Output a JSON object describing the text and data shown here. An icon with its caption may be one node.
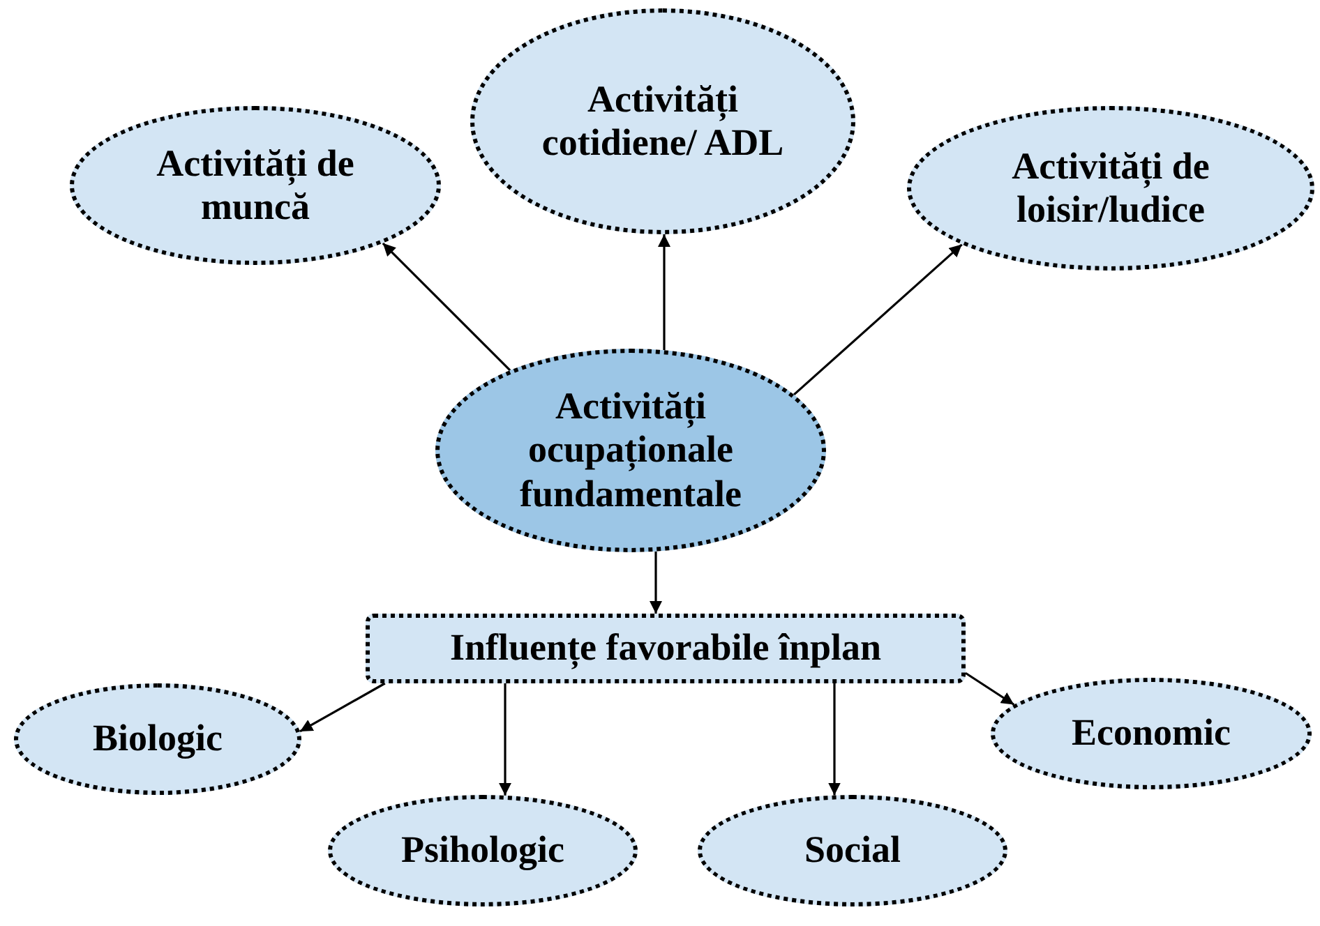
{
  "diagram": {
    "nodes": [
      {
        "text": [
          "Activități de muncă"
        ]
      },
      {
        "text": [
          "Activități cotidiene/ ADL"
        ]
      },
      {
        "text": [
          "Activități de loisir/ludice"
        ]
      },
      {
        "text": [
          "Activități ocupaționale fundamentale"
        ]
      },
      {
        "text": [
          "Influențe favorabile înplan"
        ]
      },
      {
        "text": [
          "Biologic"
        ]
      },
      {
        "text": [
          "Psihologic"
        ]
      },
      {
        "text": [
          "Social"
        ]
      },
      {
        "text": [
          "Economic"
        ]
      }
    ],
    "edges": [
      {
        "from": 3,
        "to": 0,
        "arrow": "to"
      },
      {
        "from": 3,
        "to": 1,
        "arrow": "to"
      },
      {
        "from": 3,
        "to": 2,
        "arrow": "to"
      },
      {
        "from": 3,
        "to": 4,
        "arrow": "to"
      },
      {
        "from": 4,
        "to": 5,
        "arrow": "to"
      },
      {
        "from": 4,
        "to": 6,
        "arrow": "to"
      },
      {
        "from": 4,
        "to": 7,
        "arrow": "to"
      },
      {
        "from": 4,
        "to": 8,
        "arrow": "to"
      }
    ]
  }
}
